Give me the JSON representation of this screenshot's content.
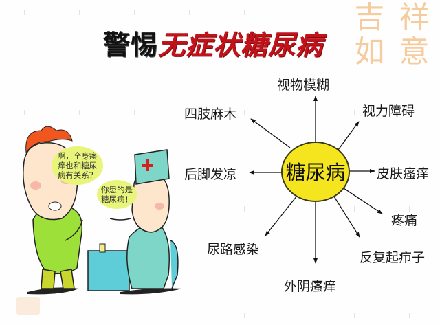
{
  "title": {
    "black_part": "警惕",
    "red_part": "无症状糖尿病"
  },
  "watermark": {
    "seal_chars": [
      "吉",
      "祥",
      "如",
      "意"
    ]
  },
  "hub": {
    "label": "糖尿病",
    "fill_color": "#f5e51e",
    "stroke_color": "#3a3a1a"
  },
  "symptoms": [
    {
      "id": "blurred-vision",
      "label": "视物模糊"
    },
    {
      "id": "vision-impairment",
      "label": "视力障碍"
    },
    {
      "id": "skin-itching",
      "label": "皮肤瘙痒"
    },
    {
      "id": "pain",
      "label": "疼痛"
    },
    {
      "id": "recurrent-boils",
      "label": "反复起疖子"
    },
    {
      "id": "vulvar-itching",
      "label": "外阴瘙痒"
    },
    {
      "id": "urinary-infection",
      "label": "尿路感染"
    },
    {
      "id": "cold-feet",
      "label": "后脚发凉"
    },
    {
      "id": "limb-numbness",
      "label": "四肢麻木"
    }
  ],
  "cartoon": {
    "patient_speech": [
      "啊，全身瘙",
      "痒也和糖尿",
      "病有关系？"
    ],
    "doctor_speech": [
      "你患的是",
      "糖尿病！"
    ]
  }
}
